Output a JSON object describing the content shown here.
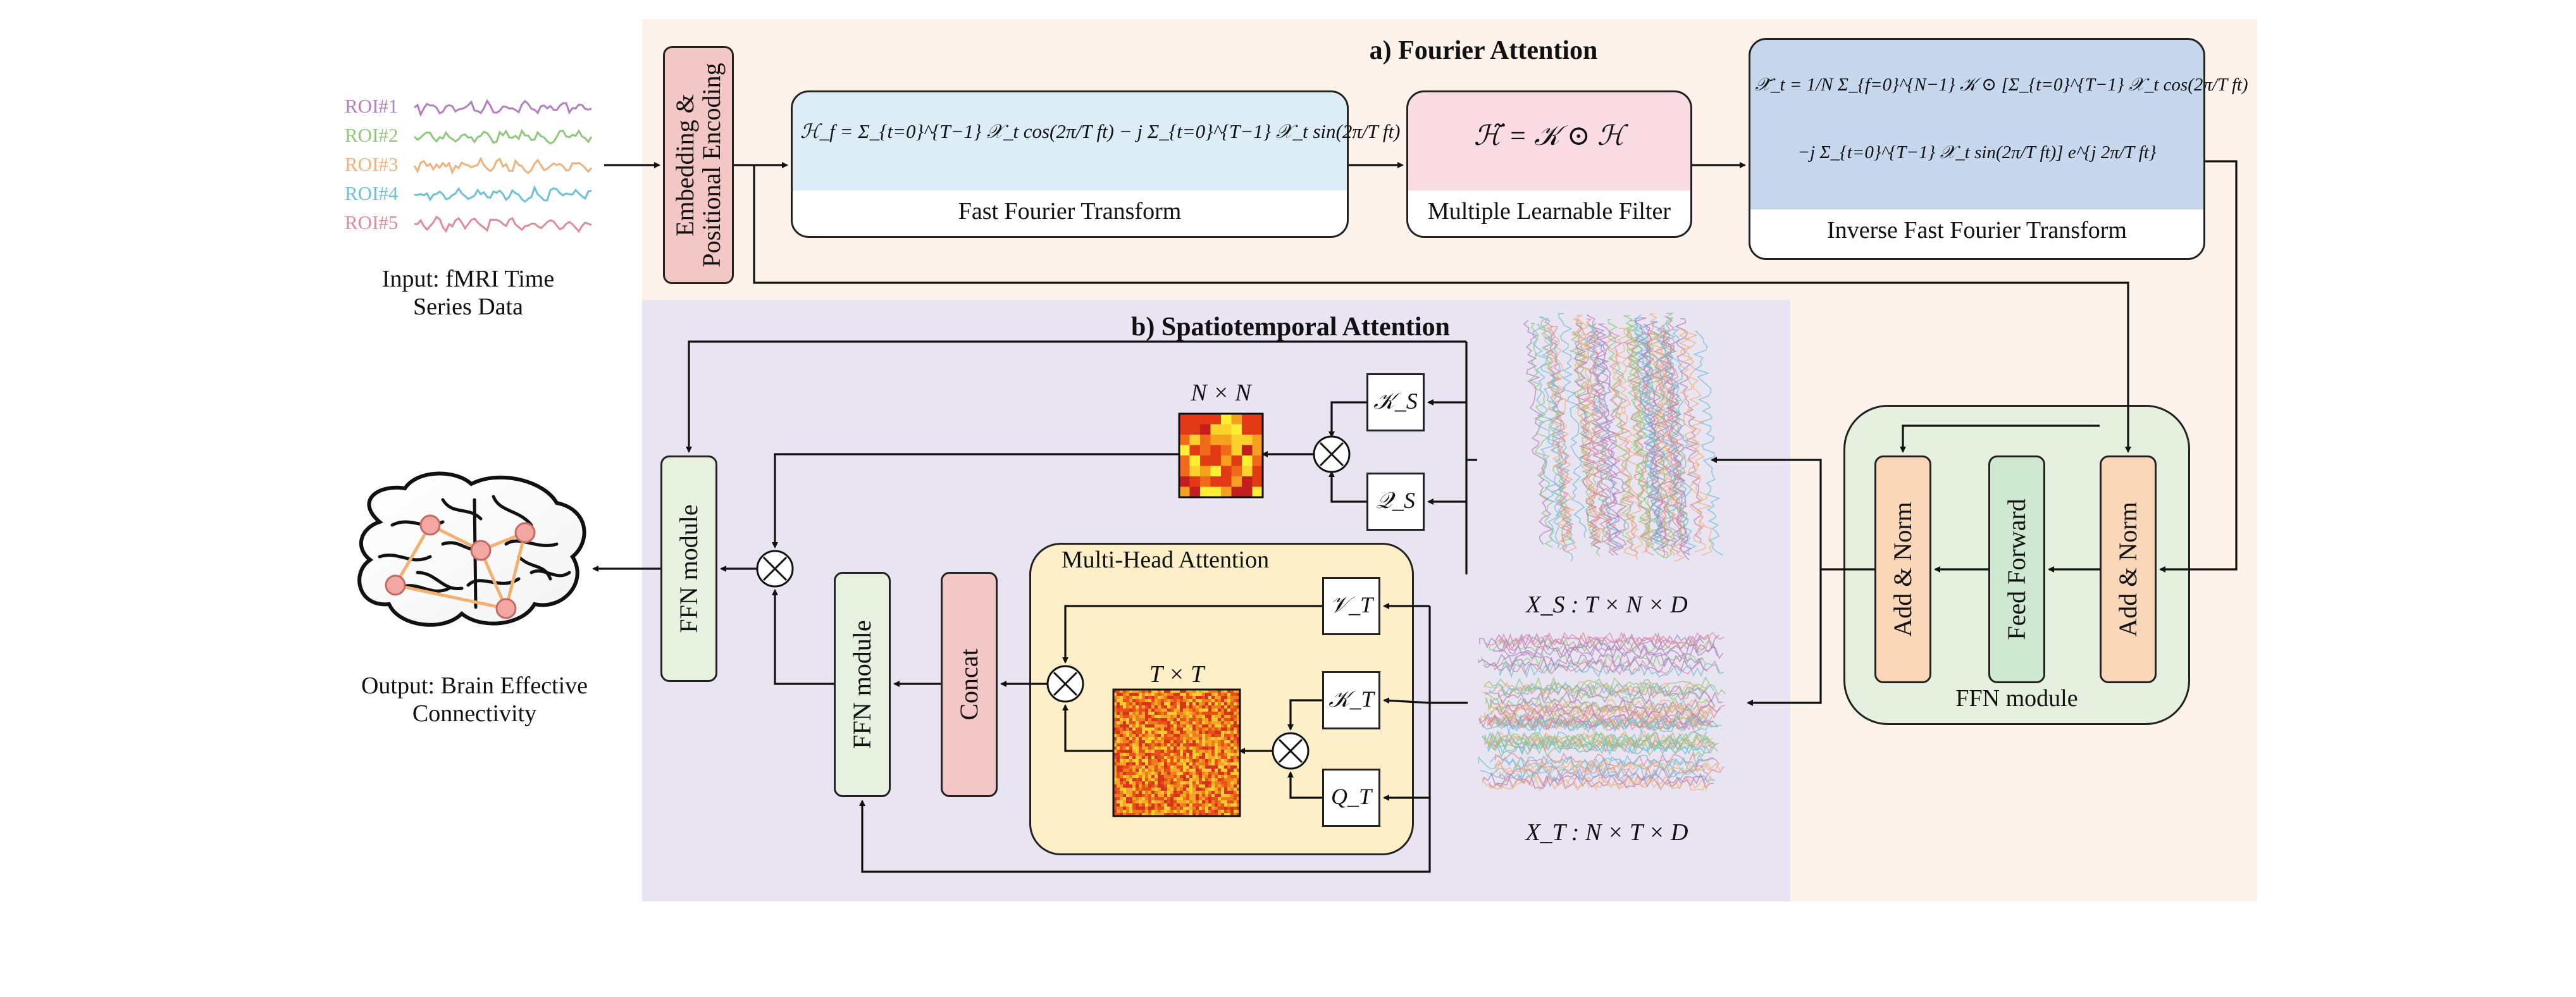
{
  "sections": {
    "fourier_title": "a) Fourier Attention",
    "spatiotemporal_title": "b) Spatiotemporal Attention"
  },
  "input": {
    "rois": [
      "ROI#1",
      "ROI#2",
      "ROI#3",
      "ROI#4",
      "ROI#5"
    ],
    "roi_colors": [
      "#b27fbf",
      "#8fc87a",
      "#f0b27a",
      "#6cc0d8",
      "#e08a9a"
    ],
    "caption_line1": "Input: fMRI Time",
    "caption_line2": "Series Data"
  },
  "embedding": {
    "line1": "Embedding &",
    "line2": "Positional Encoding"
  },
  "fft": {
    "formula": "ℋ_f = Σ_{t=0}^{T−1} 𝒳_t cos(2π/T ft) − j Σ_{t=0}^{T−1} 𝒳_t sin(2π/T ft)",
    "label": "Fast Fourier Transform"
  },
  "filter": {
    "formula": "ℋ̃ = 𝒦 ⊙ ℋ",
    "label": "Multiple Learnable Filter"
  },
  "ifft": {
    "formula_line1": "𝒳̃_t = 1/N Σ_{f=0}^{N−1} 𝒦 ⊙ [Σ_{t=0}^{T−1} 𝒳_t cos(2π/T ft)",
    "formula_line2": "−j Σ_{t=0}^{T−1} 𝒳_t sin(2π/T ft)] e^{j 2π/T ft}",
    "label": "Inverse Fast Fourier Transform"
  },
  "ffn_right": {
    "add_norm_1": "Add & Norm",
    "feed_forward": "Feed Forward",
    "add_norm_2": "Add & Norm",
    "caption": "FFN module"
  },
  "spatial": {
    "matrix_label": "N × N",
    "k_label": "𝒦_S",
    "q_label": "𝒬_S",
    "x_label": "X_S : T × N × D"
  },
  "temporal": {
    "mha_title": "Multi-Head Attention",
    "matrix_label": "T × T",
    "v_label": "𝒱_T",
    "k_label": "𝒦_T",
    "q_label": "Q_T",
    "x_label": "X_T : N × T × D",
    "concat": "Concat",
    "ffn_inner": "FFN module"
  },
  "ffn_left": "FFN module",
  "output": {
    "caption_line1": "Output: Brain Effective",
    "caption_line2": "Connectivity"
  },
  "colors": {
    "fourier_bg": "#fdf3ea",
    "spatiotemporal_bg": "#e8e4f2",
    "fft_fill": "#dcedf7",
    "filter_fill": "#fbdce5",
    "ifft_fill": "#c7d7ee",
    "ffn_bg": "#e5f1de",
    "add_norm_fill": "#fad7b8",
    "feed_forward_fill": "#cfe8d2",
    "ffn_module_fill": "#e6f2df",
    "concat_fill": "#f4c7c7",
    "mha_fill": "#fdefc7",
    "embed_fill": "#f4c7c7"
  }
}
